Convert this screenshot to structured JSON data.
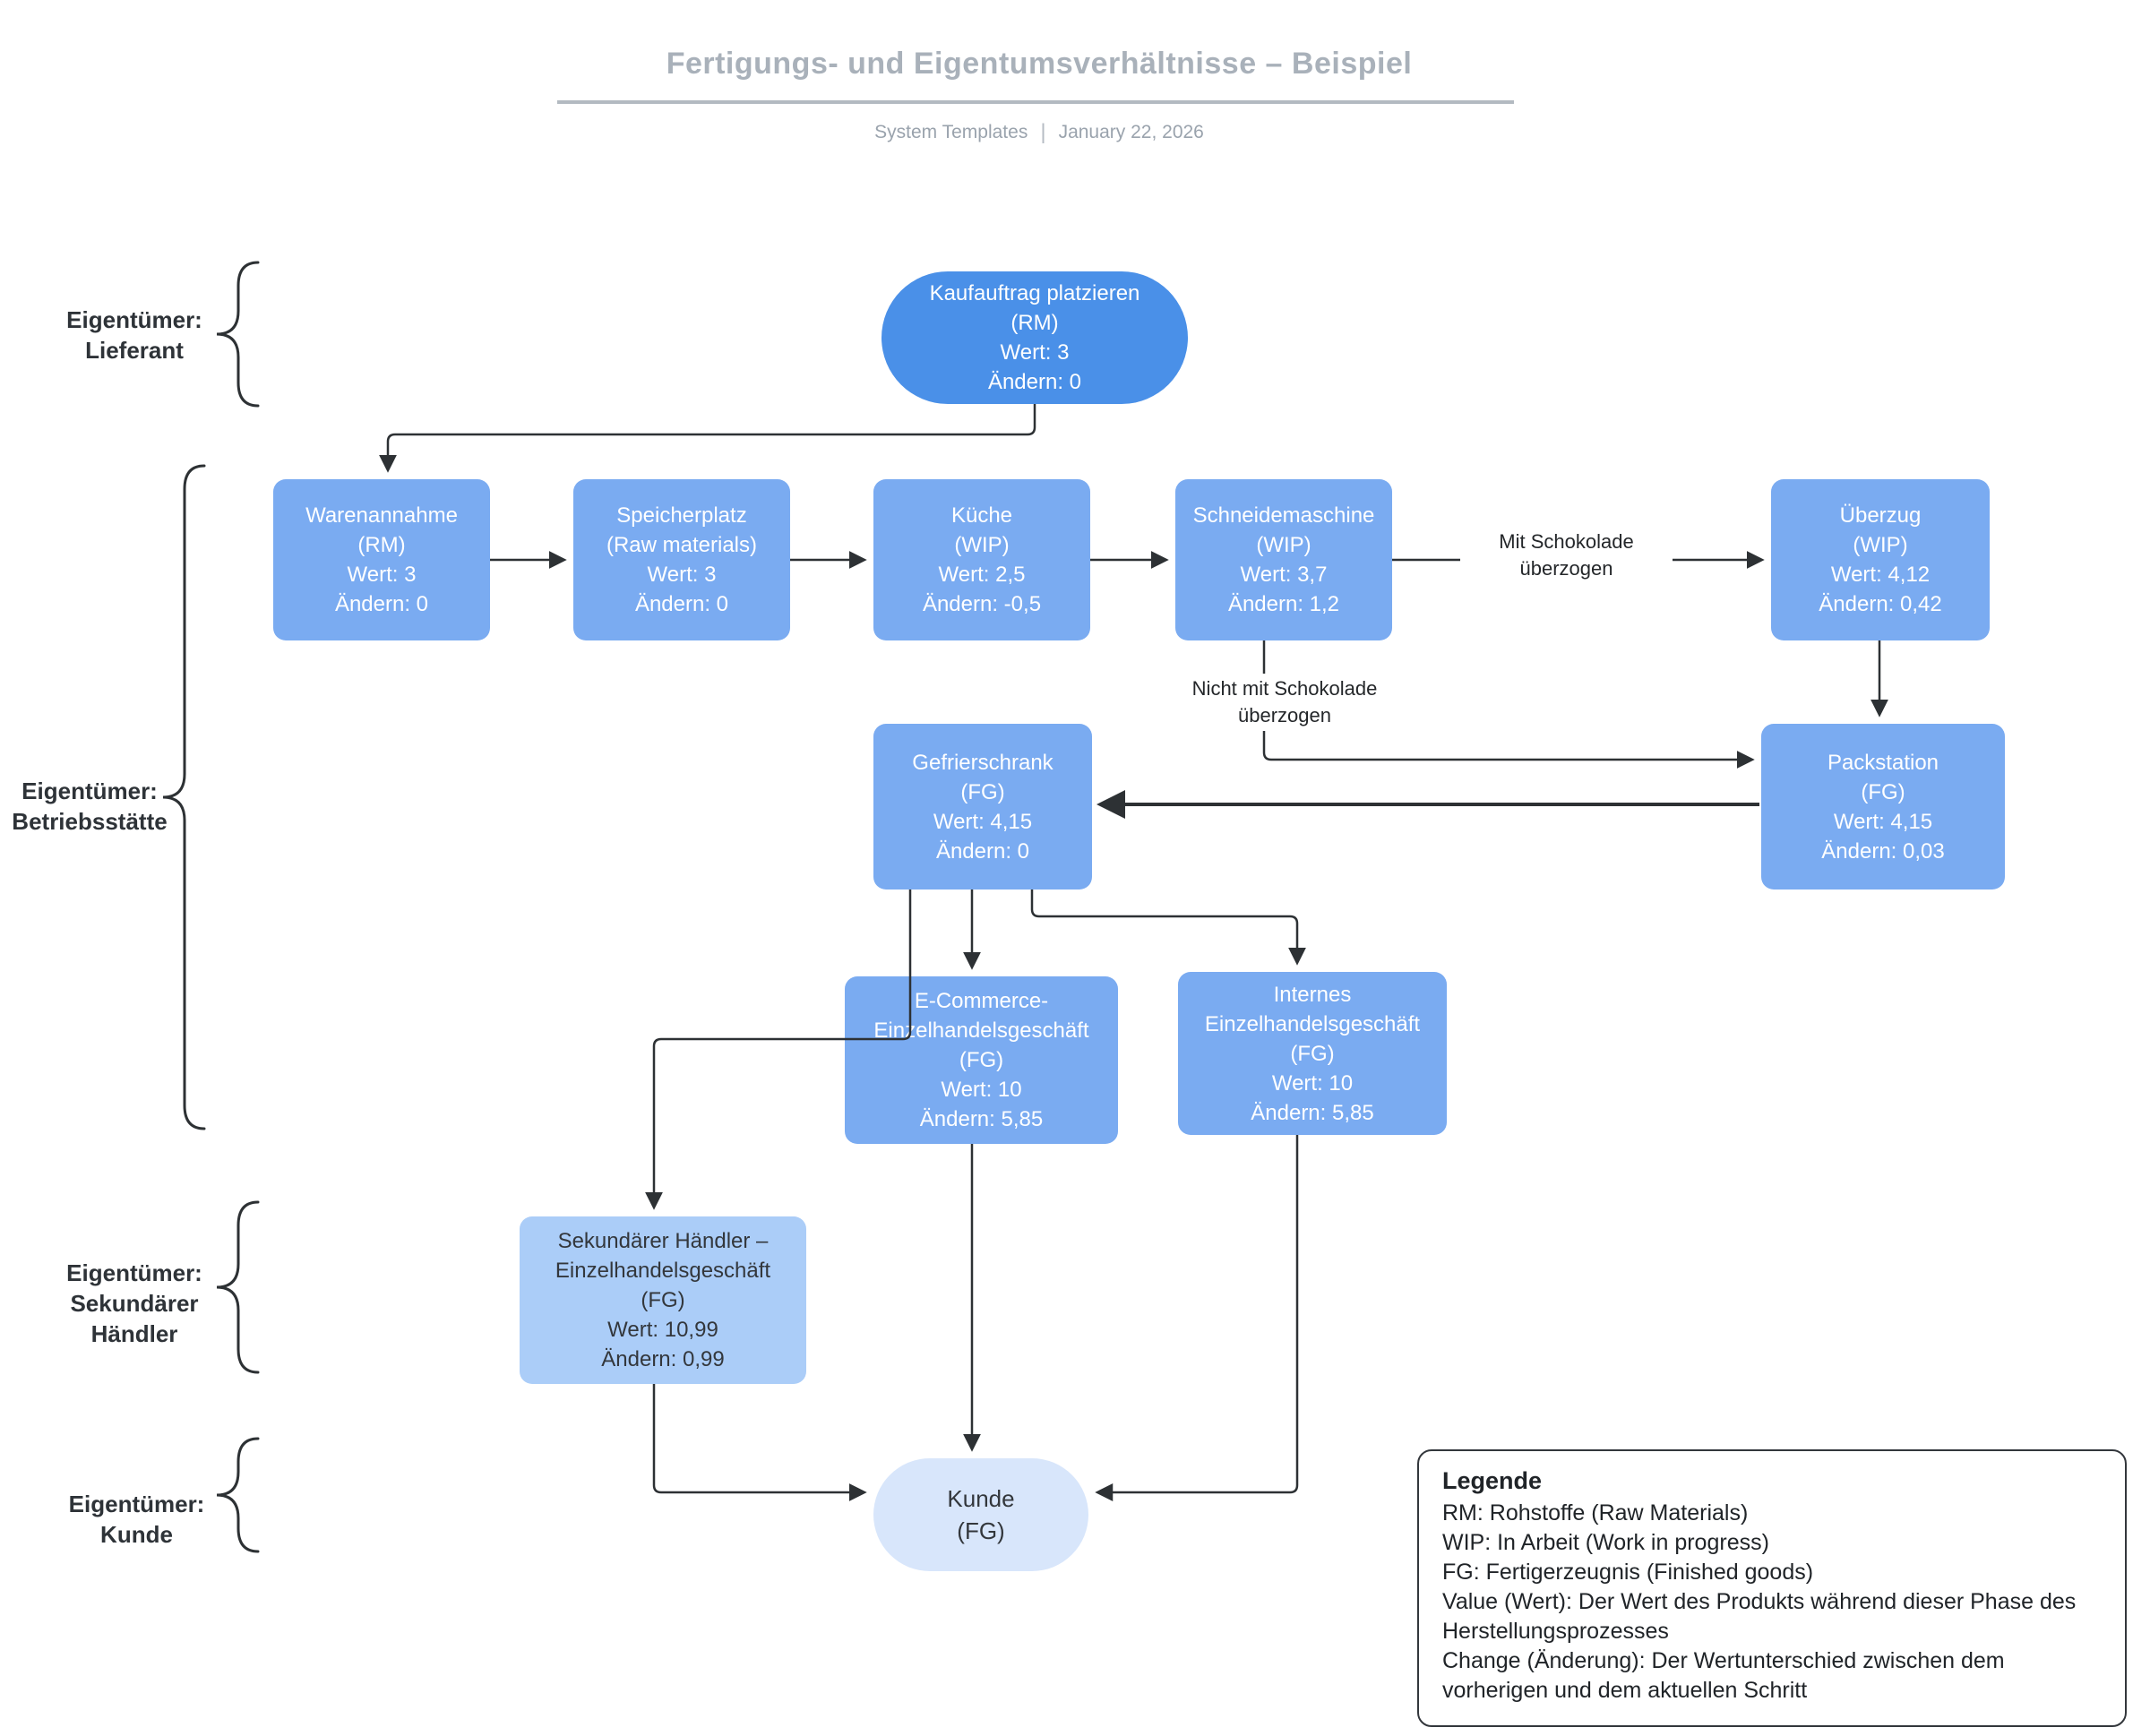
{
  "header": {
    "title": "Fertigungs- und Eigentumsverhältnisse – Beispiel",
    "subtitle_left": "System Templates",
    "subtitle_separator": "|",
    "subtitle_right": "January 22, 2026"
  },
  "owners": [
    {
      "label": "Eigentümer:\nLieferant"
    },
    {
      "label": "Eigentümer:\nBetriebsstätte"
    },
    {
      "label": "Eigentümer:\nSekundärer\nHändler"
    },
    {
      "label": "Eigentümer:\nKunde"
    }
  ],
  "nodes": [
    {
      "id": "kaufauftrag-platzieren",
      "text": "Kaufauftrag platzieren\n(RM)\nWert: 3\nÄndern: 0"
    },
    {
      "id": "warenannahme",
      "text": "Warenannahme\n(RM)\nWert: 3\nÄndern: 0"
    },
    {
      "id": "speicherplatz",
      "text": "Speicherplatz\n(Raw materials)\nWert: 3\nÄndern: 0"
    },
    {
      "id": "kueche",
      "text": "Küche\n(WIP)\nWert: 2,5\nÄndern: -0,5"
    },
    {
      "id": "schneidemaschine",
      "text": "Schneidemaschine\n(WIP)\nWert: 3,7\nÄndern: 1,2"
    },
    {
      "id": "ueberzug",
      "text": "Überzug\n(WIP)\nWert: 4,12\nÄndern: 0,42"
    },
    {
      "id": "gefrierschrank",
      "text": "Gefrierschrank\n(FG)\nWert: 4,15\nÄndern: 0"
    },
    {
      "id": "packstation",
      "text": "Packstation\n(FG)\nWert: 4,15\nÄndern: 0,03"
    },
    {
      "id": "ecommerce-einzelhandelsgeschaeft",
      "text": "E-Commerce-\nEinzelhandelsgeschäft\n(FG)\nWert: 10\nÄndern: 5,85"
    },
    {
      "id": "internes-einzelhandelsgeschaeft",
      "text": "Internes\nEinzelhandelsgeschäft\n(FG)\nWert: 10\nÄndern: 5,85"
    },
    {
      "id": "sekundaerer-haendler",
      "text": "Sekundärer Händler –\nEinzelhandelsgeschäft\n(FG)\nWert: 10,99\nÄndern: 0,99"
    },
    {
      "id": "kunde",
      "text": "Kunde\n(FG)"
    }
  ],
  "edge_labels": {
    "mit_schokolade": "Mit Schokolade\nüberzogen",
    "nicht_mit_schokolade": "Nicht mit Schokolade\nüberzogen"
  },
  "legend": {
    "title": "Legende",
    "items": [
      "RM: Rohstoffe (Raw Materials)",
      "WIP: In Arbeit (Work in progress)",
      "FG: Fertigerzeugnis (Finished goods)",
      "Value (Wert): Der Wert des Produkts während dieser Phase des Herstellungsprozesses",
      "Change (Änderung): Der Wertunterschied zwischen dem vorherigen und dem aktuellen Schritt"
    ]
  },
  "colors": {
    "node_primary": "#7aabf1",
    "node_start": "#4a90e8",
    "node_secondary_dealer": "#abcdf8",
    "node_customer": "#d8e6fb",
    "edge": "#2d3134",
    "title_gray": "#a9b1ba"
  }
}
